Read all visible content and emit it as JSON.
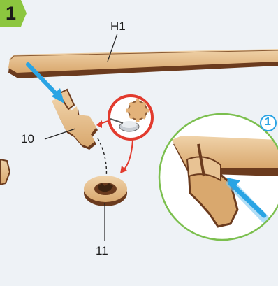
{
  "step": {
    "number": "1"
  },
  "labels": {
    "part_h1": "H1",
    "part_10": "10",
    "part_11": "11"
  },
  "detail": {
    "callout_number": "1"
  },
  "colors": {
    "background": "#eef2f6",
    "wood_light": "#e5bf8f",
    "wood_dark": "#6b3b1e",
    "arrow_blue": "#2aa4e4",
    "arrow_red": "#e23b2e",
    "step_badge": "#8cc63f",
    "detail_circle": "#7bbf4e"
  },
  "icons": [
    "glue-tube-icon",
    "gear-icon",
    "blue-arrow-icon",
    "red-arrow-icon"
  ]
}
